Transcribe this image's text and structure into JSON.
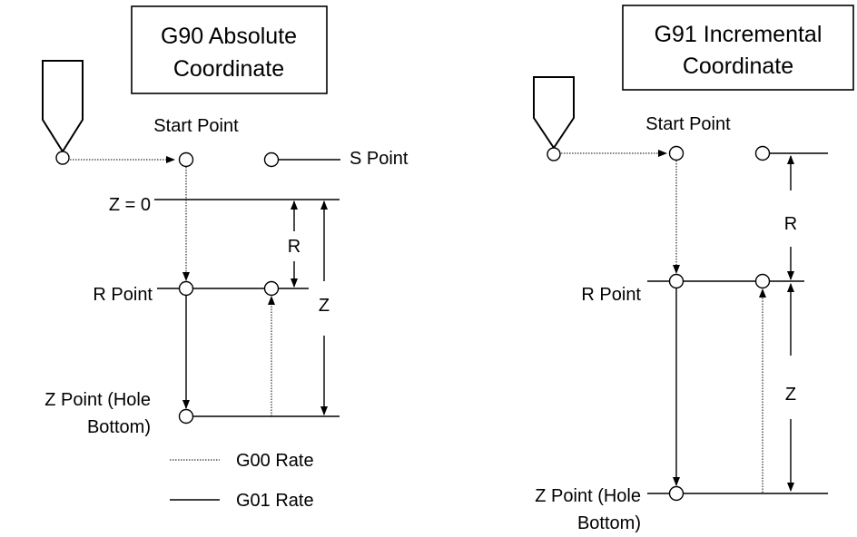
{
  "absolute": {
    "title_line1": "G90 Absolute",
    "title_line2": "Coordinate",
    "start_point": "Start Point",
    "s_point": "S Point",
    "z_zero": "Z = 0",
    "r_point": "R Point",
    "r_dim": "R",
    "z_dim": "Z",
    "z_point_line1": "Z Point (Hole",
    "z_point_line2": "Bottom)"
  },
  "incremental": {
    "title_line1": "G91 Incremental",
    "title_line2": "Coordinate",
    "start_point": "Start Point",
    "r_point": "R Point",
    "r_dim": "R",
    "z_dim": "Z",
    "z_point_line1": "Z Point (Hole",
    "z_point_line2": "Bottom)"
  },
  "legend": {
    "g00": "G00 Rate",
    "g01": "G01 Rate"
  }
}
